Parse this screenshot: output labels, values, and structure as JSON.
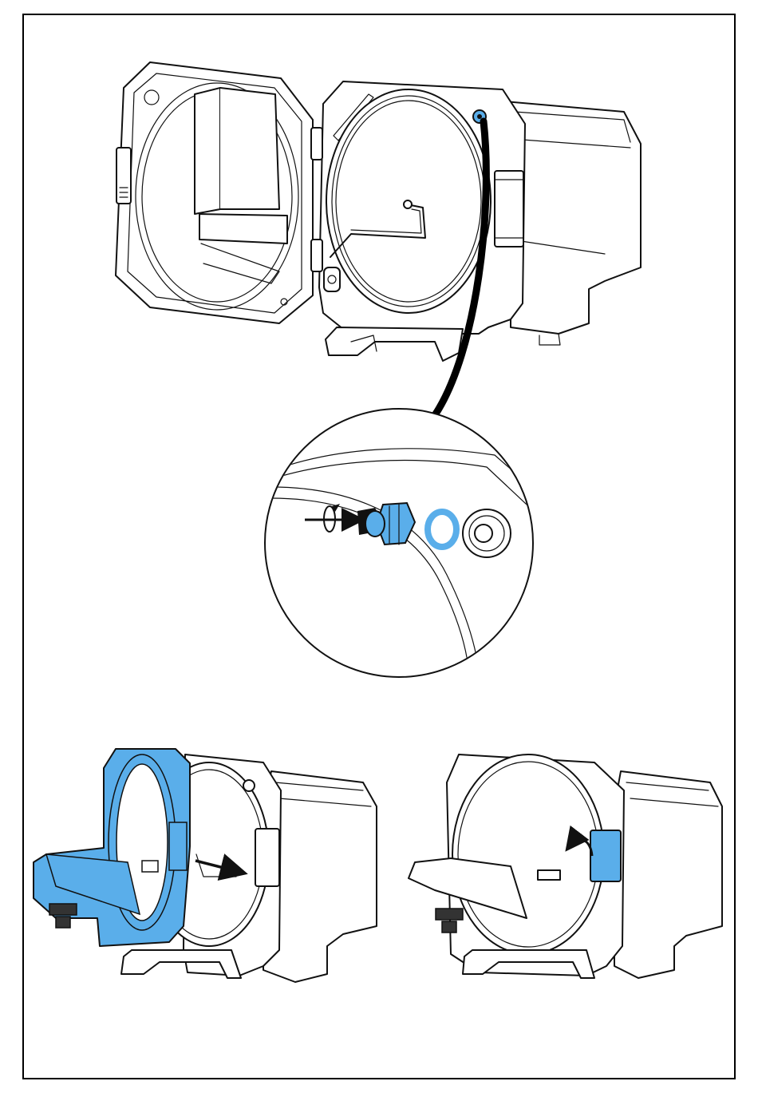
{
  "colors": {
    "highlight": "#5aaeea",
    "line": "#111111",
    "background": "#ffffff",
    "hose": "#000000"
  },
  "figures": [
    {
      "id": "figure-open-cover",
      "icons": [
        "unit-body",
        "open-lid",
        "drum",
        "spray-arm",
        "hose",
        "connector-port"
      ]
    },
    {
      "id": "figure-detail-zoom",
      "icons": [
        "rotate-arrow-icon",
        "push-arrow-icon",
        "hose-nut",
        "seal-ring",
        "port-fitting"
      ]
    },
    {
      "id": "figure-insert-carrier",
      "icons": [
        "carrier-highlighted",
        "push-arrow-icon"
      ]
    },
    {
      "id": "figure-close-latch",
      "icons": [
        "latch-highlighted",
        "curved-arrow-icon"
      ]
    }
  ]
}
